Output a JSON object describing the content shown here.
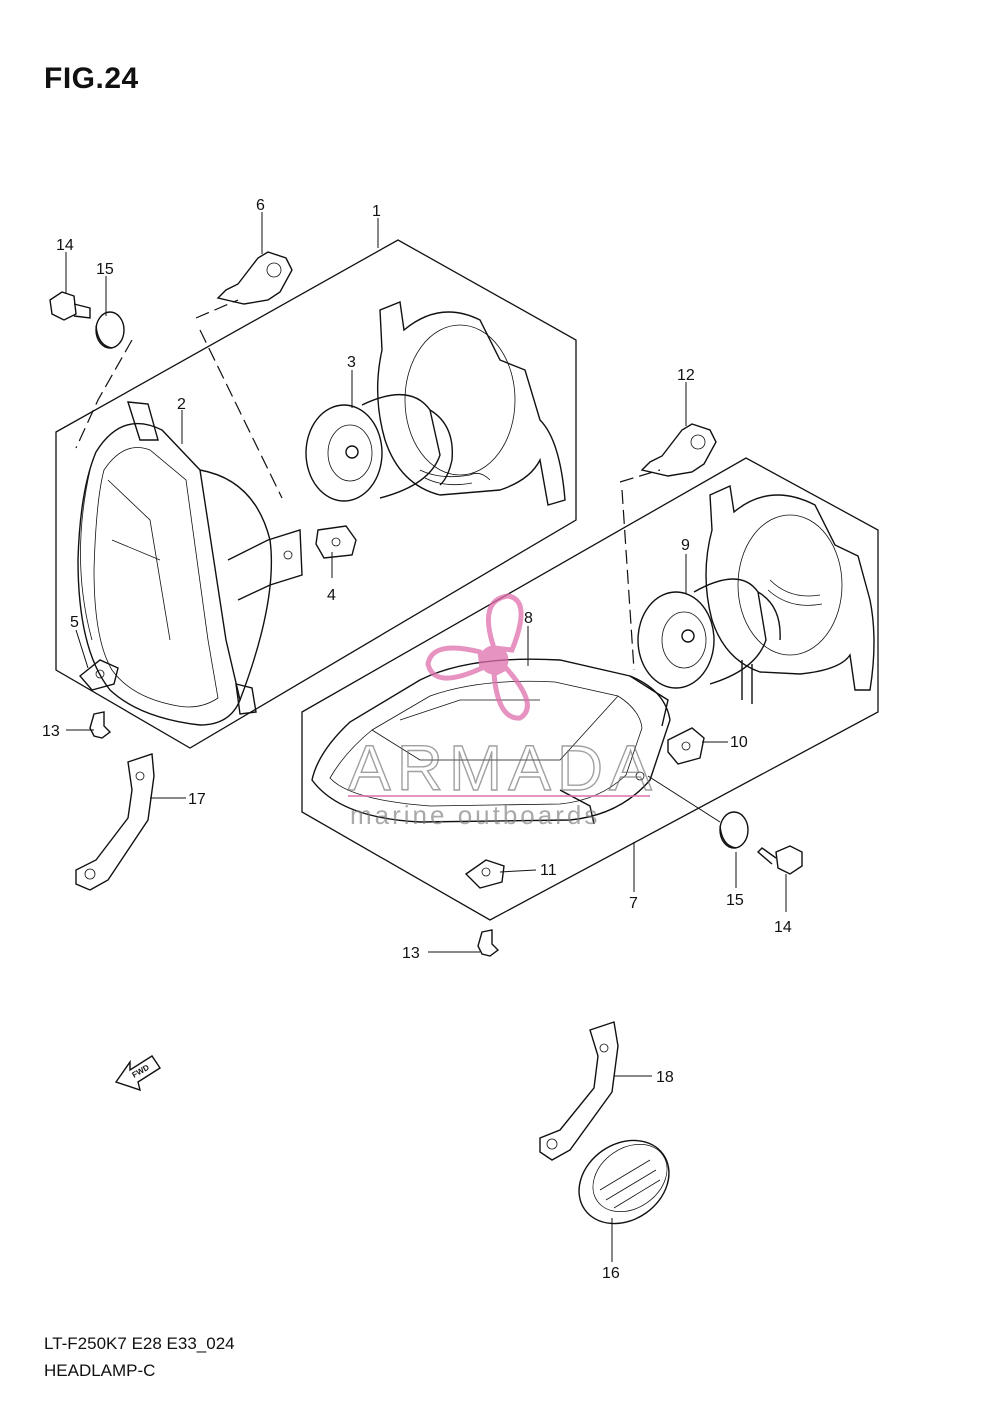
{
  "figure": {
    "title": "FIG.24",
    "model_code": "LT-F250K7 E28 E33_024",
    "section_name": "HEADLAMP-C"
  },
  "callouts": [
    "1",
    "2",
    "3",
    "4",
    "5",
    "6",
    "7",
    "8",
    "9",
    "10",
    "11",
    "12",
    "13",
    "13",
    "14",
    "14",
    "15",
    "15",
    "16",
    "17",
    "18"
  ],
  "direction_marker": "FWD",
  "watermark": {
    "brand": "ARMADA",
    "tagline": "marine outboards",
    "color": "#e06fae"
  }
}
